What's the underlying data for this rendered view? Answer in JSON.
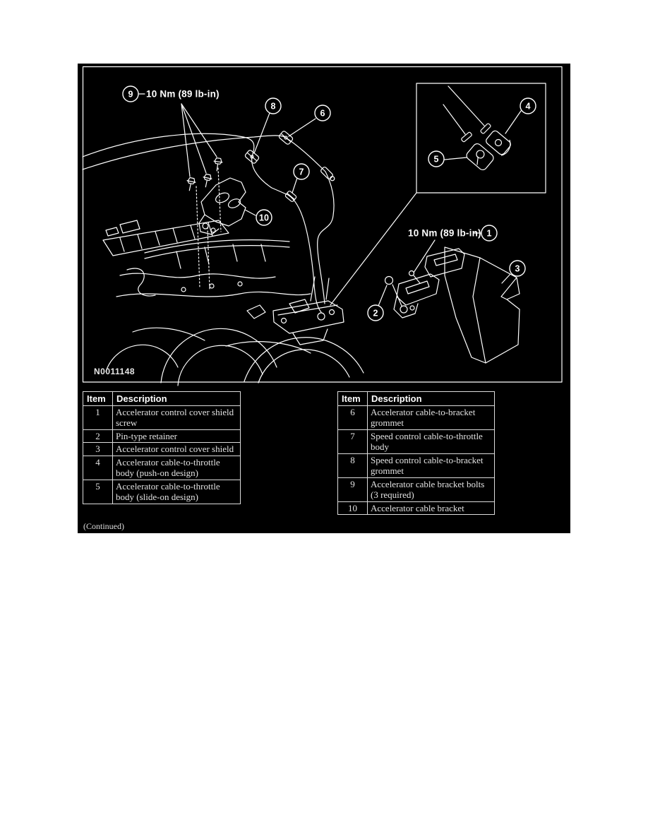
{
  "colors": {
    "page_bg": "#ffffff",
    "panel_bg": "#000000",
    "line": "#ffffff"
  },
  "diagram": {
    "figure_id": "N0011148",
    "torque_labels": [
      {
        "text": "10 Nm (89 lb-in)",
        "attached_to_callout": "9"
      },
      {
        "text": "10 Nm (89 lb-in)",
        "attached_to_callout": "1"
      }
    ],
    "callouts": [
      {
        "num": "1"
      },
      {
        "num": "2"
      },
      {
        "num": "3"
      },
      {
        "num": "4"
      },
      {
        "num": "5"
      },
      {
        "num": "6"
      },
      {
        "num": "7"
      },
      {
        "num": "8"
      },
      {
        "num": "9"
      },
      {
        "num": "10"
      }
    ]
  },
  "tables": {
    "left": {
      "headers": {
        "item": "Item",
        "description": "Description"
      },
      "rows": [
        {
          "item": "1",
          "description": "Accelerator control cover shield screw"
        },
        {
          "item": "2",
          "description": "Pin-type retainer"
        },
        {
          "item": "3",
          "description": "Accelerator control cover shield"
        },
        {
          "item": "4",
          "description": "Accelerator cable-to-throttle body (push-on design)"
        },
        {
          "item": "5",
          "description": "Accelerator cable-to-throttle body (slide-on design)"
        }
      ]
    },
    "right": {
      "headers": {
        "item": "Item",
        "description": "Description"
      },
      "rows": [
        {
          "item": "6",
          "description": "Accelerator cable-to-bracket grommet"
        },
        {
          "item": "7",
          "description": "Speed control cable-to-throttle body"
        },
        {
          "item": "8",
          "description": "Speed control cable-to-bracket grommet"
        },
        {
          "item": "9",
          "description": "Accelerator cable bracket bolts (3 required)"
        },
        {
          "item": "10",
          "description": "Accelerator cable bracket"
        }
      ]
    },
    "continued_note": "(Continued)"
  }
}
